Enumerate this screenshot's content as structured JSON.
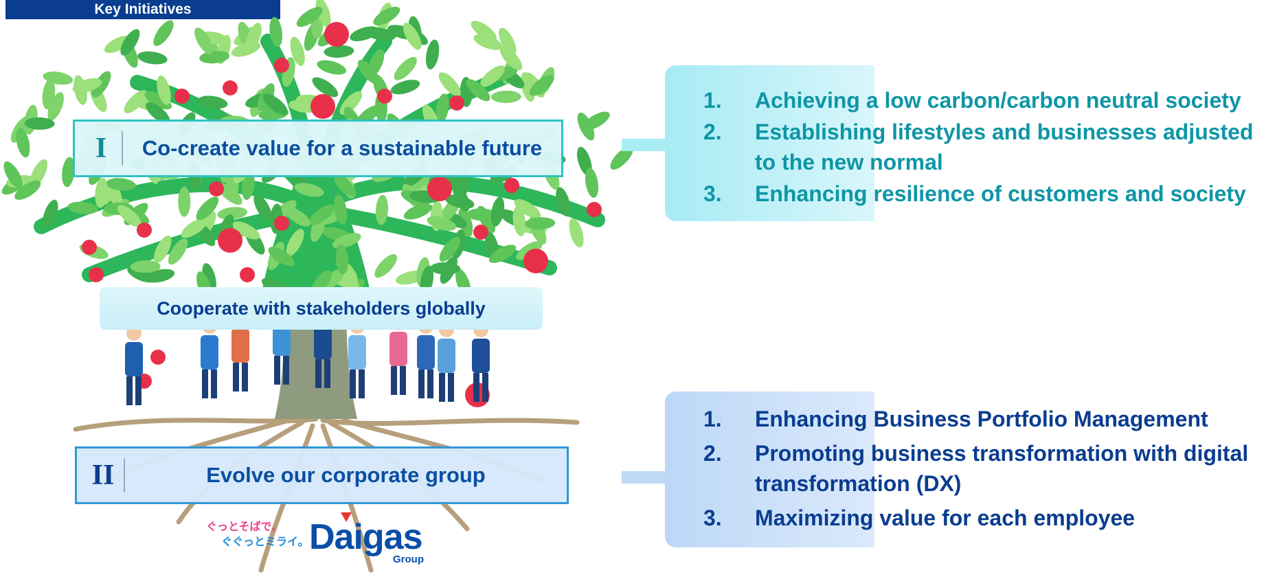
{
  "header": {
    "title": "Key Initiatives"
  },
  "pillars": [
    {
      "numeral": "I",
      "title": "Co-create value for a sustainable future"
    },
    {
      "numeral": "II",
      "title": "Evolve our corporate group"
    }
  ],
  "cooperate_banner": "Cooperate with stakeholders globally",
  "initiatives_1": [
    {
      "num": "1.",
      "text": "Achieving a low carbon/carbon neutral society"
    },
    {
      "num": "2.",
      "text": "Establishing lifestyles and businesses adjusted to the new normal"
    },
    {
      "num": "3.",
      "text": "Enhancing resilience of customers and society"
    }
  ],
  "initiatives_2": [
    {
      "num": "1.",
      "text": "Enhancing Business Portfolio Management"
    },
    {
      "num": "2.",
      "text": "Promoting business transformation with digital transformation (DX)"
    },
    {
      "num": "3.",
      "text": "Maximizing value for each employee"
    }
  ],
  "logo": {
    "tagline_line1": "ぐっとそばで、",
    "tagline_line2": "ぐぐっとミライ。",
    "brand": "Daigas",
    "group": "Group"
  },
  "colors": {
    "leaf": "#5fc45a",
    "trunk": "#2db65a",
    "apple": "#e8304a",
    "root": "#b79f7c",
    "header_bg": "#0a3d8f"
  }
}
